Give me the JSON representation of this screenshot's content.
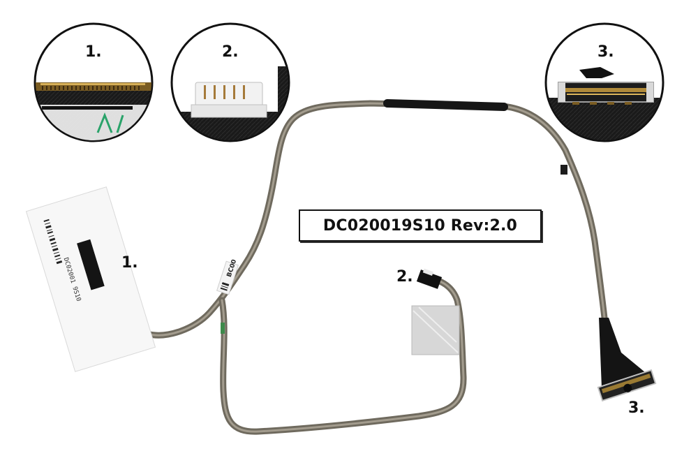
{
  "part_label": "DC020019S10 Rev:2.0",
  "callouts": {
    "circle1": "1.",
    "circle2": "2.",
    "circle3": "3.",
    "connector1": "1.",
    "connector2": "2.",
    "connector3": "3."
  },
  "sticker_text": {
    "barcode_sticker": "DC02001 9S10",
    "cable_tag": "BC00"
  },
  "colors": {
    "cable": "#8e8676",
    "cable_highlight": "#b9b2a3",
    "tape": "#161616",
    "connector_gold": "#b08a3a",
    "background": "#ffffff"
  }
}
